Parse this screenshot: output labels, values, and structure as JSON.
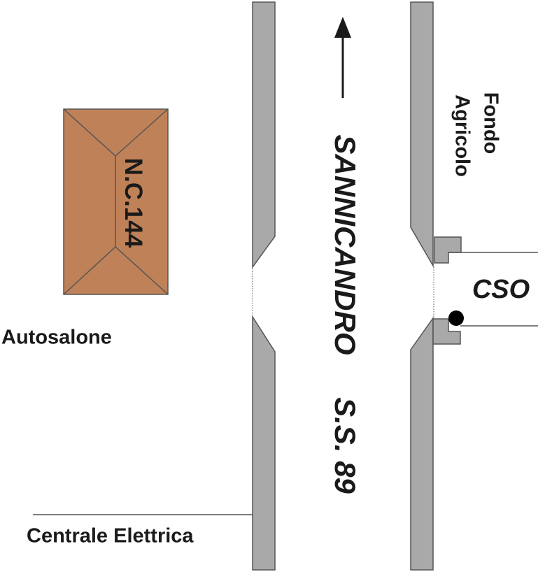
{
  "road": {
    "name": "SANNICANDRO",
    "code": "S.S. 89",
    "direction": "north"
  },
  "building": {
    "label": "N.C.144",
    "color": "#bf8158"
  },
  "labels": {
    "autosalone": "Autosalone",
    "centrale": "Centrale Elettrica",
    "fondo_line1": "Fondo",
    "fondo_line2": "Agricolo",
    "cso": "CSO"
  },
  "colors": {
    "wall_fill": "#a9a9a9",
    "outline": "#555555",
    "text": "#1a1a1a",
    "marker": "#000000"
  }
}
